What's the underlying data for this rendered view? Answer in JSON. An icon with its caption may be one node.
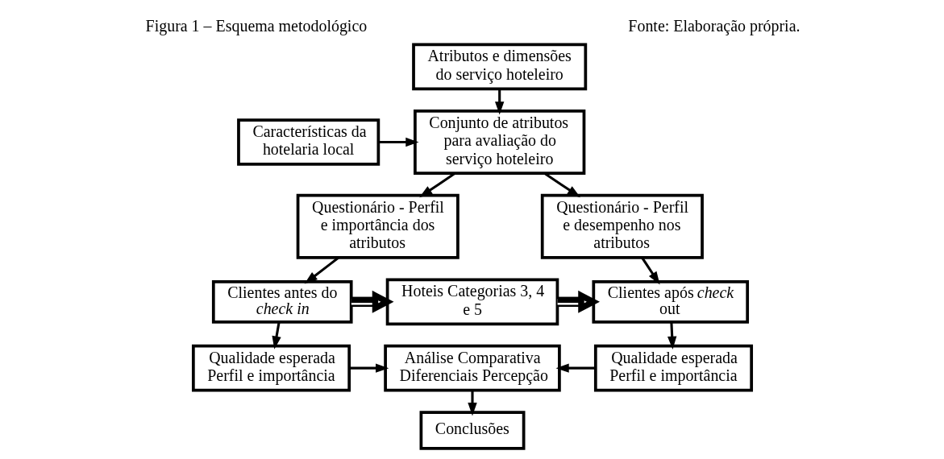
{
  "diagram": {
    "title": "Figura 1 – Esquema metodológico",
    "caption": "Fonte: Elaboração própria.",
    "nodes": [
      {
        "text": [
          "Atributos e dimensões do serviço hoteleiro"
        ]
      },
      {
        "text": [
          "Características da hotelaria local"
        ]
      },
      {
        "text": [
          "Conjunto de atributos para avaliação do serviço hoteleiro"
        ]
      },
      {
        "text": [
          "Questionário - Perfil e importância dos atributos"
        ]
      },
      {
        "text": [
          "Questionário - Perfil e desempenho nos atributos"
        ]
      },
      {
        "text": [
          "Clientes antes do *check in*"
        ]
      },
      {
        "text": [
          "Hoteis Categorias 3, 4 e 5"
        ]
      },
      {
        "text": [
          "Clientes após *check out*"
        ]
      },
      {
        "text": [
          "Qualidade esperada Perfil e importância"
        ]
      },
      {
        "text": [
          "Análise Comparativa Diferenciais Percepção"
        ]
      },
      {
        "text": [
          "Qualidade esperada Perfil e importância"
        ]
      },
      {
        "text": [
          "Conclusões"
        ]
      }
    ],
    "edges": [
      {
        "from": 0,
        "to": 2,
        "arrow": "to"
      },
      {
        "from": 1,
        "to": 2,
        "arrow": "to"
      },
      {
        "from": 2,
        "to": 3,
        "arrow": "to"
      },
      {
        "from": 2,
        "to": 4,
        "arrow": "to"
      },
      {
        "from": 3,
        "to": 5,
        "arrow": "to"
      },
      {
        "from": 4,
        "to": 7,
        "arrow": "to"
      },
      {
        "from": 5,
        "to": 6,
        "arrow": "to",
        "style": "thick"
      },
      {
        "from": 6,
        "to": 7,
        "arrow": "to",
        "style": "thick"
      },
      {
        "from": 5,
        "to": 8,
        "arrow": "to"
      },
      {
        "from": 7,
        "to": 10,
        "arrow": "to"
      },
      {
        "from": 8,
        "to": 9,
        "arrow": "to"
      },
      {
        "from": 10,
        "to": 9,
        "arrow": "to"
      },
      {
        "from": 9,
        "to": 11,
        "arrow": "to"
      }
    ]
  }
}
